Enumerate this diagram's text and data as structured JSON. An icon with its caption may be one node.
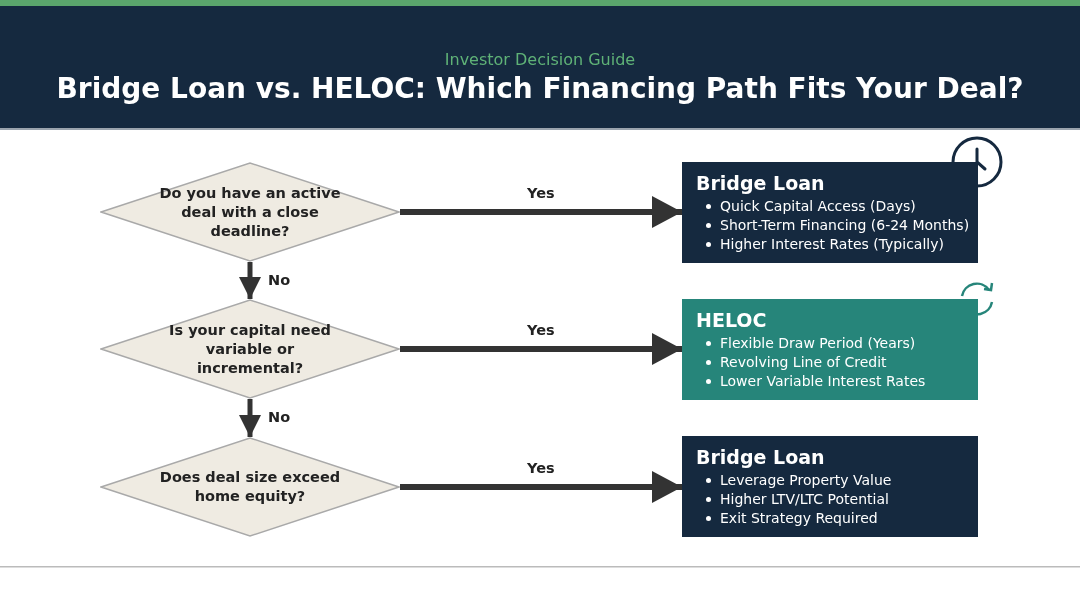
{
  "diagram": {
    "title": "Bridge Loan vs. HELOC: Which Financing Path Fits Your Deal?",
    "nodes": [
      {
        "text": [
          "Do you have an active deal with a close deadline?"
        ]
      },
      {
        "text": [
          "Bridge Loan",
          "Quick Capital Access (Days)",
          "Short-Term Financing (6-24 Months)",
          "Higher Interest Rates (Typically)"
        ]
      },
      {
        "text": [
          "Is your capital need variable or incremental?"
        ]
      },
      {
        "text": [
          "HELOC",
          "Flexible Draw Period (Years)",
          "Revolving Line of Credit",
          "Lower Variable Interest Rates"
        ]
      },
      {
        "text": [
          "Does deal size exceed home equity?"
        ]
      },
      {
        "text": [
          "Bridge Loan",
          "Leverage Property Value",
          "Higher LTV/LTC Potential",
          "Exit Strategy Required"
        ]
      }
    ],
    "edges": [
      {
        "from": 0,
        "to": 1,
        "arrow": "to",
        "label": "Yes"
      },
      {
        "from": 0,
        "to": 2,
        "arrow": "to",
        "label": "No"
      },
      {
        "from": 2,
        "to": 3,
        "arrow": "to",
        "label": "Yes"
      },
      {
        "from": 2,
        "to": 4,
        "arrow": "to",
        "label": "No"
      },
      {
        "from": 4,
        "to": 5,
        "arrow": "to",
        "label": "Yes"
      }
    ],
    "labels": [
      "Investor Decision Guide"
    ]
  }
}
